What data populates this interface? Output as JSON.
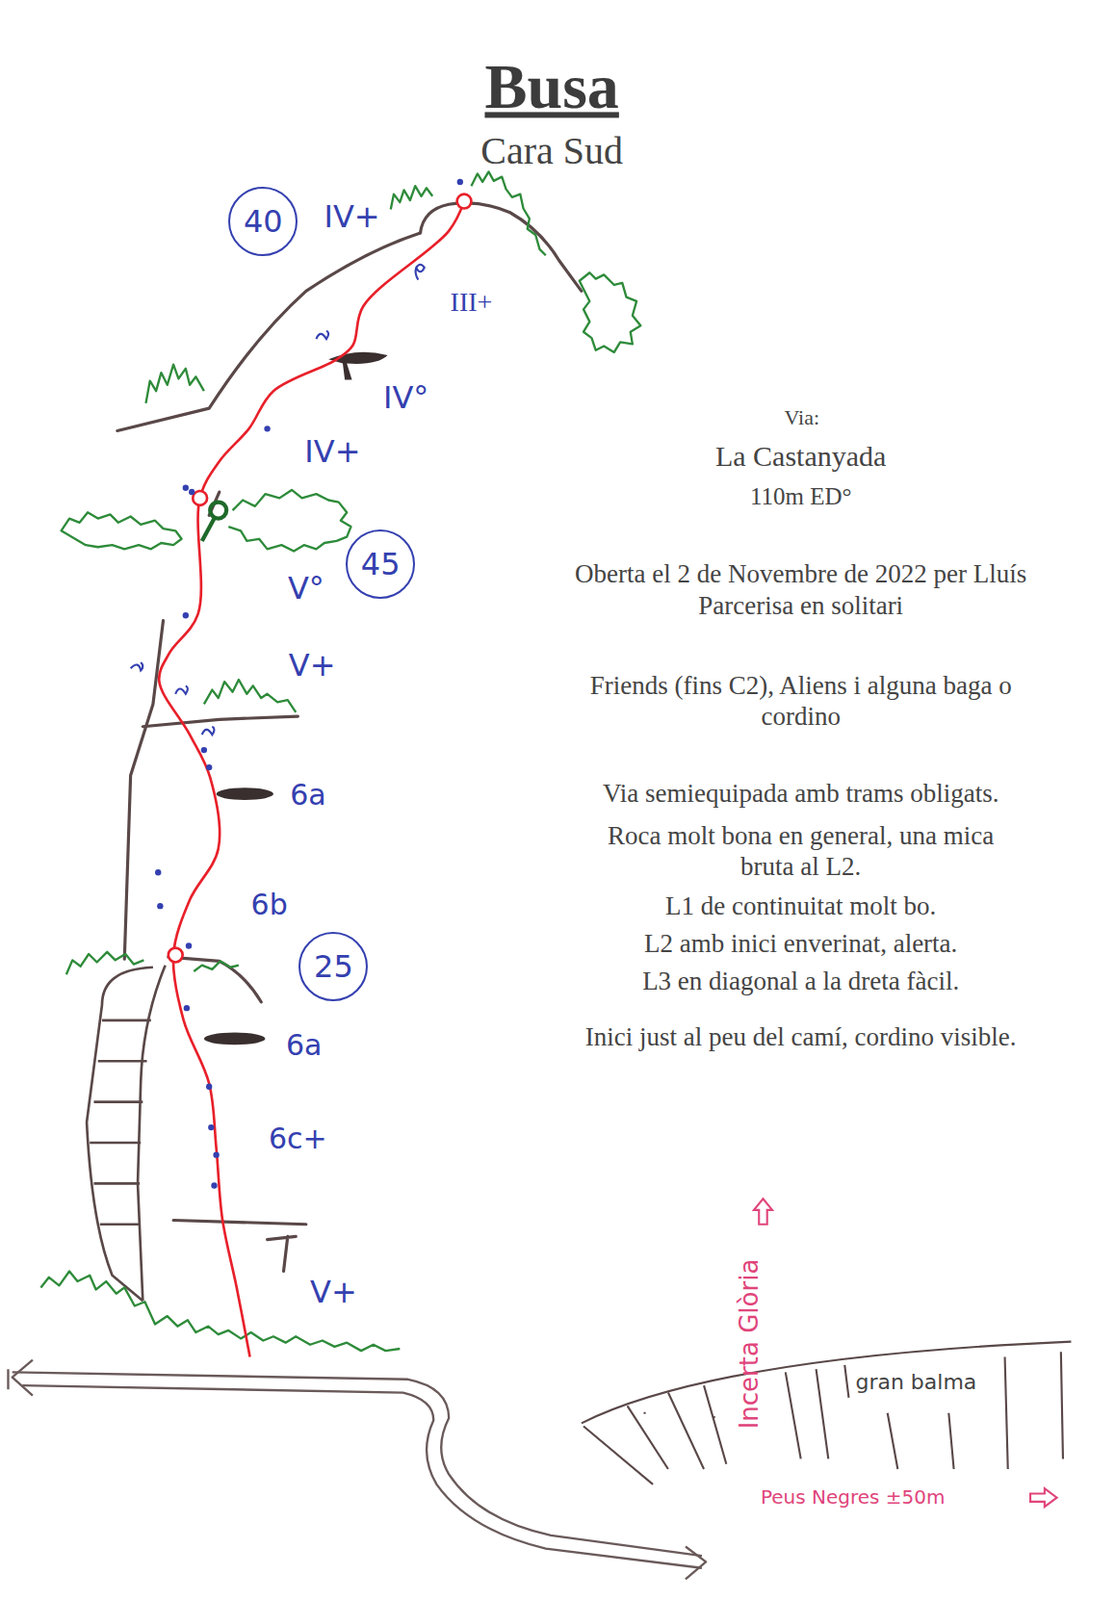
{
  "diagram": {
    "title": "Busa",
    "nodes": [
      {
        "text": [
          "40"
        ]
      },
      {
        "text": [
          "45"
        ]
      },
      {
        "text": [
          "25"
        ]
      }
    ],
    "labels": [
      "Cara Sud",
      "IV+",
      "III+",
      "IV°",
      "IV+",
      "V°",
      "V+",
      "6a",
      "6b",
      "6a",
      "6c+",
      "V+",
      "Via:",
      "La Castanyada",
      "110m ED°",
      "Oberta el 2 de Novembre de 2022 per Lluís Parcerisa en solitari",
      "Friends (fins C2), Aliens i alguna baga o cordino",
      "Via semiequipada amb trams obligats.",
      "Roca molt bona en general, una mica bruta al L2.",
      "L1 de continuitat molt bo.",
      "L2 amb inici enverinat, alerta.",
      "L3 en diagonal a la dreta fàcil.",
      "Inici just al peu del camí, cordino visible.",
      "Incerta Glòria",
      "gran balma",
      "Peus Negres ±50m"
    ]
  }
}
